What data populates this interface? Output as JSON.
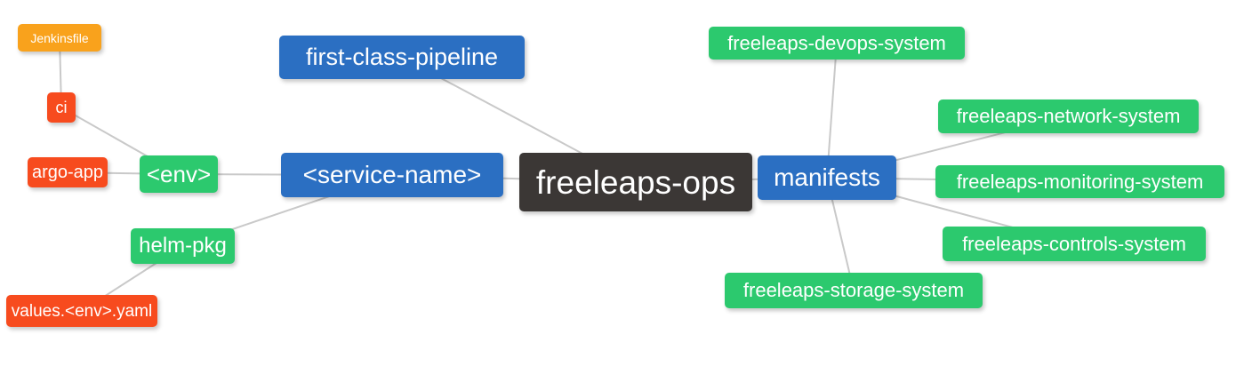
{
  "palette": {
    "root": "#3b3735",
    "blue": "#2b6fc2",
    "green": "#2cc96e",
    "red": "#f74b1e",
    "orange": "#f9a21c",
    "text": "#ffffff",
    "edge": "#c9c9c9",
    "background": "#ffffff"
  },
  "nodes": {
    "freeleaps_ops": {
      "label": "freeleaps-ops",
      "color": "root"
    },
    "first_class_pipeline": {
      "label": "first-class-pipeline",
      "color": "blue"
    },
    "service_name": {
      "label": "<service-name>",
      "color": "blue"
    },
    "manifests": {
      "label": "manifests",
      "color": "blue"
    },
    "env": {
      "label": "<env>",
      "color": "green"
    },
    "helm_pkg": {
      "label": "helm-pkg",
      "color": "green"
    },
    "ci": {
      "label": "ci",
      "color": "red"
    },
    "argo_app": {
      "label": "argo-app",
      "color": "red"
    },
    "jenkinsfile": {
      "label": "Jenkinsfile",
      "color": "orange"
    },
    "values_env_yaml": {
      "label": "values.<env>.yaml",
      "color": "red"
    },
    "devops_system": {
      "label": "freeleaps-devops-system",
      "color": "green"
    },
    "network_system": {
      "label": "freeleaps-network-system",
      "color": "green"
    },
    "monitoring_system": {
      "label": "freeleaps-monitoring-system",
      "color": "green"
    },
    "controls_system": {
      "label": "freeleaps-controls-system",
      "color": "green"
    },
    "storage_system": {
      "label": "freeleaps-storage-system",
      "color": "green"
    }
  },
  "edges": [
    [
      "jenkinsfile",
      "ci"
    ],
    [
      "ci",
      "env"
    ],
    [
      "argo_app",
      "env"
    ],
    [
      "env",
      "service_name"
    ],
    [
      "helm_pkg",
      "service_name"
    ],
    [
      "values_env_yaml",
      "helm_pkg"
    ],
    [
      "first_class_pipeline",
      "freeleaps_ops"
    ],
    [
      "service_name",
      "freeleaps_ops"
    ],
    [
      "freeleaps_ops",
      "manifests"
    ],
    [
      "manifests",
      "devops_system"
    ],
    [
      "manifests",
      "network_system"
    ],
    [
      "manifests",
      "monitoring_system"
    ],
    [
      "manifests",
      "controls_system"
    ],
    [
      "manifests",
      "storage_system"
    ]
  ]
}
